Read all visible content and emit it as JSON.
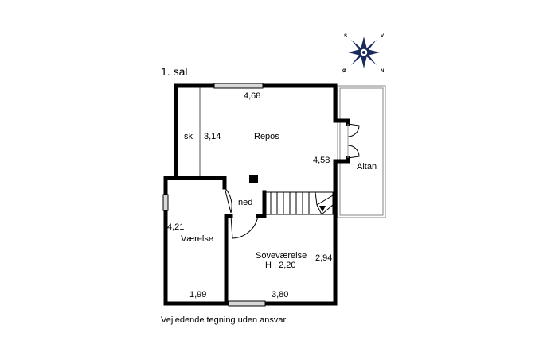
{
  "floor_label": "1. sal",
  "compass": {
    "north": "N",
    "south": "S",
    "east": "Ø",
    "west": "V"
  },
  "rooms": {
    "repos": {
      "name": "Repos",
      "dim_top": "4,68",
      "dim_left": "3,14",
      "dim_right": "4,58"
    },
    "skab": {
      "name": "sk"
    },
    "altan": {
      "name": "Altan"
    },
    "stairs": {
      "label": "ned"
    },
    "vaerelse": {
      "name": "Værelse",
      "dim_side": "4,21",
      "dim_bottom": "1,99"
    },
    "sovevaerelse": {
      "name": "Soveværelse",
      "height": "H : 2,20",
      "dim_side": "2,94",
      "dim_bottom": "3,80"
    }
  },
  "disclaimer": "Vejledende tegning uden ansvar."
}
